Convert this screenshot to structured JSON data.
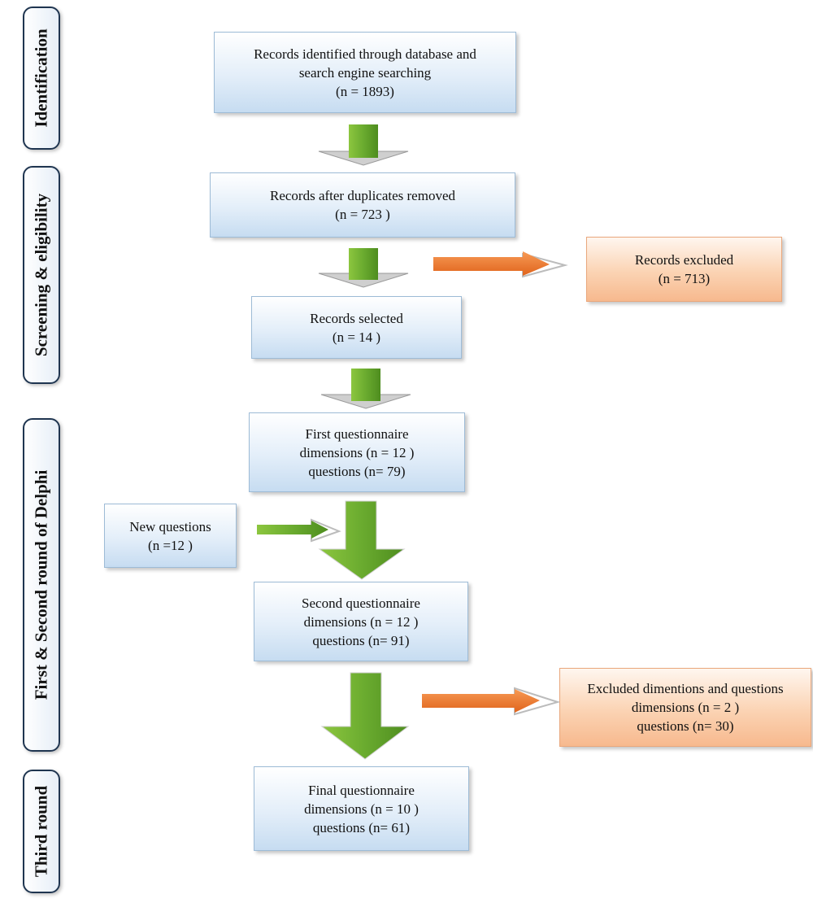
{
  "stages": [
    {
      "id": "identification",
      "label": "Identification"
    },
    {
      "id": "screening",
      "label": "Screening & eligibility"
    },
    {
      "id": "delphi",
      "label": "First & Second round of Delphi"
    },
    {
      "id": "third",
      "label": "Third round"
    }
  ],
  "boxes": {
    "records_identified": {
      "lines": [
        "Records identified through database and",
        "search engine searching",
        "(n = 1893)"
      ]
    },
    "duplicates_removed": {
      "lines": [
        "Records after duplicates removed",
        "(n = 723 )"
      ]
    },
    "records_excluded": {
      "lines": [
        "Records excluded",
        "(n = 713)"
      ]
    },
    "records_selected": {
      "lines": [
        "Records selected",
        "(n = 14 )"
      ]
    },
    "first_questionnaire": {
      "lines": [
        "First questionnaire",
        "dimensions (n = 12 )",
        " questions (n= 79)"
      ]
    },
    "new_questions": {
      "lines": [
        "New questions",
        "(n =12 )"
      ]
    },
    "second_questionnaire": {
      "lines": [
        "Second questionnaire",
        "dimensions (n = 12 )",
        "questions (n= 91)"
      ]
    },
    "excluded_dimensions": {
      "lines": [
        "Excluded dimentions and questions",
        "dimensions (n = 2 )",
        "questions (n= 30)"
      ]
    },
    "final_questionnaire": {
      "lines": [
        "Final  questionnaire",
        "dimensions (n = 10 )",
        "questions (n= 61)"
      ]
    }
  },
  "colors": {
    "green_arrow": "#6aab2f",
    "orange_arrow": "#f07c2e",
    "stage_border": "#1f3550"
  }
}
